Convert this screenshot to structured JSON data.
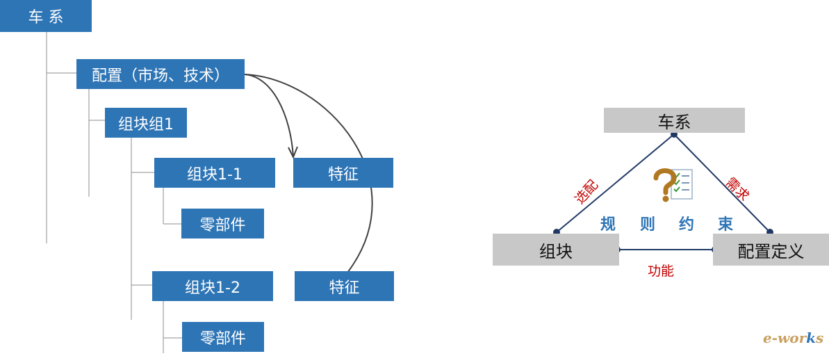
{
  "tree": {
    "root": "车 系",
    "config": "配置（市场、技术）",
    "group": "组块组1",
    "block1": "组块1-1",
    "block2": "组块1-2",
    "parts1": "零部件",
    "parts2": "零部件",
    "feature1": "特征",
    "feature2": "特征"
  },
  "triangle": {
    "top": "车系",
    "left": "组块",
    "right": "配置定义",
    "edge_left": "选配",
    "edge_right": "需求",
    "edge_bottom": "功能",
    "center": [
      "规",
      "则",
      "约",
      "束"
    ]
  },
  "logo": {
    "prefix": "e-wor",
    "accent": "k",
    "suffix": "s"
  },
  "colors": {
    "box_blue": "#2e75b6",
    "box_gray": "#c8c8c8",
    "accent_red": "#c00000",
    "line_navy": "#1f3864"
  }
}
